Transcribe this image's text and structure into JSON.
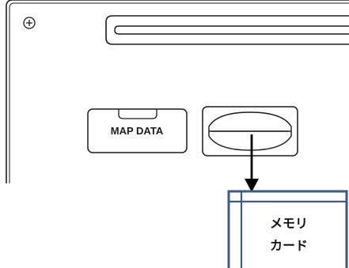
{
  "device": {
    "map_data_label": "MAP DATA"
  },
  "memory_card": {
    "label_line1": "メモリ",
    "label_line2": "カード"
  },
  "colors": {
    "outline": "#1a1a1a",
    "card_frame": "#3b5a8a",
    "background": "#ffffff"
  },
  "icons": {
    "screw": "screw-icon",
    "arrow": "down-arrow-icon"
  }
}
